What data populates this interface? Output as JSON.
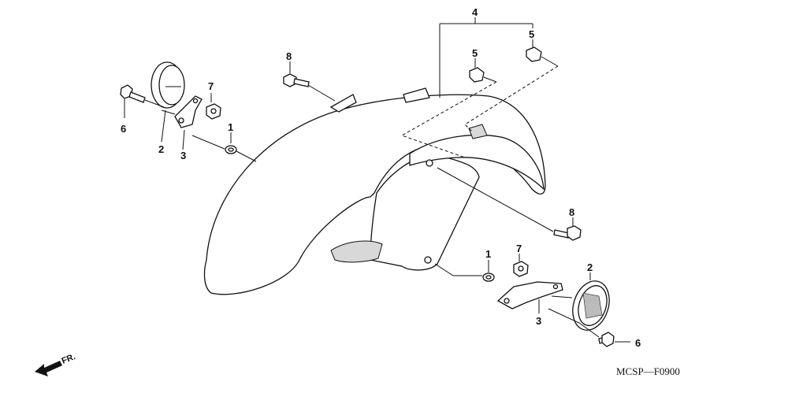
{
  "callouts": {
    "c4_top": "4",
    "c5_left": "5",
    "c5_right": "5",
    "c8_top": "8",
    "c7_left": "7",
    "c1_left": "1",
    "c6_left": "6",
    "c2_left": "2",
    "c3_left": "3",
    "c8_right": "8",
    "c1_right": "1",
    "c7_right": "7",
    "c2_right": "2",
    "c3_right": "3",
    "c6_right": "6"
  },
  "direction_label": "FR.",
  "diagram_code": "MCSP—F0900"
}
